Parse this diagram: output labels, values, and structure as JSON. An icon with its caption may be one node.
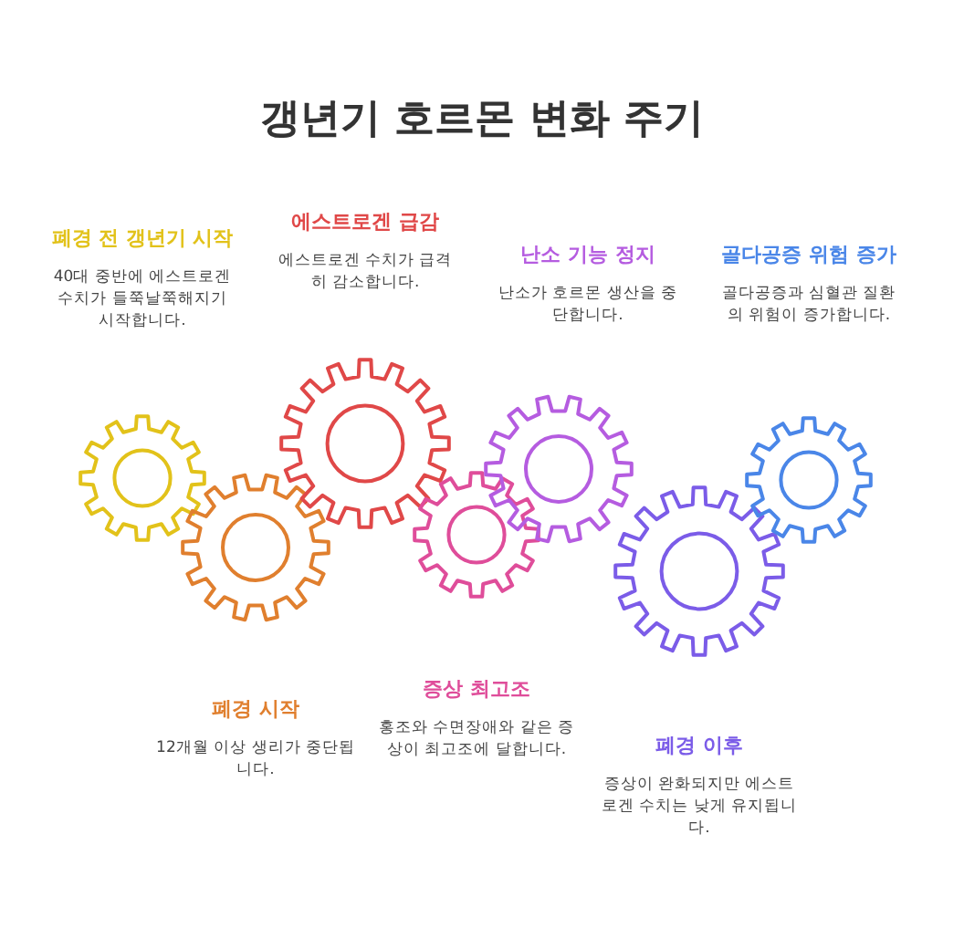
{
  "diagram": {
    "title": "갱년기 호르몬 변화 주기",
    "nodes": [
      {
        "text": [
          "폐경 전 갱년기 시작",
          "40대 중반에 에스트로겐 수치가 들쭉날쭉해지기 시작합니다."
        ]
      },
      {
        "text": [
          "폐경 시작",
          "12개월 이상 생리가 중단됩니다."
        ]
      },
      {
        "text": [
          "에스트로겐 급감",
          "에스트로겐 수치가 급격히 감소합니다."
        ]
      },
      {
        "text": [
          "증상 최고조",
          "홍조와 수면장애와 같은 증상이 최고조에 달합니다."
        ]
      },
      {
        "text": [
          "난소 기능 정지",
          "난소가 호르몬 생산을 중단합니다."
        ]
      },
      {
        "text": [
          "폐경 이후",
          "증상이 완화되지만 에스트로겐 수치는 낮게 유지됩니다."
        ]
      },
      {
        "text": [
          "골다공증 위험 증가",
          "골다공증과 심혈관 질환의 위험이 증가합니다."
        ]
      }
    ]
  }
}
